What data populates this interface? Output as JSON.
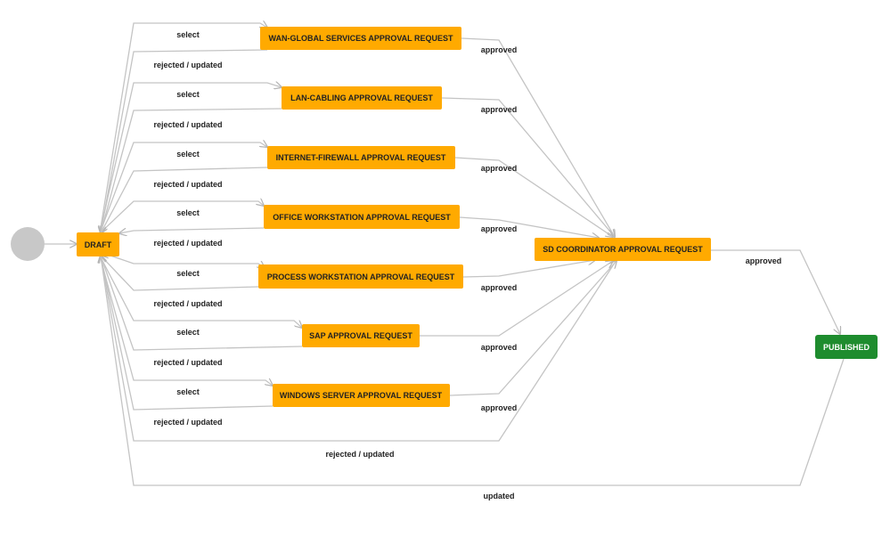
{
  "colors": {
    "state_fill": "#FFAA00",
    "published_fill": "#1E8C2E",
    "start_fill": "#C8C8C8",
    "edge": "#C4C4C4"
  },
  "nodes": {
    "draft": "DRAFT",
    "wan": "WAN-GLOBAL SERVICES APPROVAL REQUEST",
    "lan": "LAN-CABLING APPROVAL REQUEST",
    "internet": "INTERNET-FIREWALL APPROVAL REQUEST",
    "office": "OFFICE WORKSTATION APPROVAL REQUEST",
    "process": "PROCESS WORKSTATION APPROVAL REQUEST",
    "sap": "SAP APPROVAL REQUEST",
    "windows": "WINDOWS SERVER APPROVAL REQUEST",
    "sd": "SD COORDINATOR APPROVAL REQUEST",
    "published": "PUBLISHED"
  },
  "edges": {
    "select": "select",
    "rejected": "rejected / updated",
    "approved": "approved",
    "updated": "updated"
  }
}
